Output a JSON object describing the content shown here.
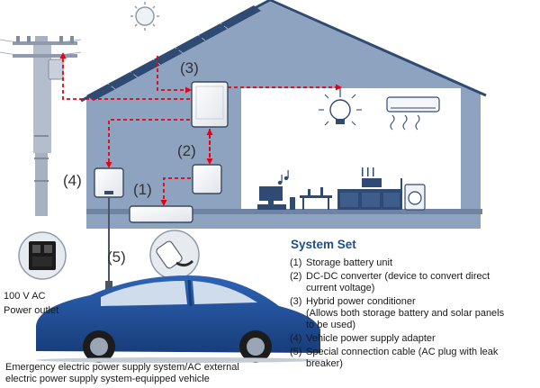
{
  "labels": {
    "unit1": "(1)",
    "unit2": "(2)",
    "unit3": "(3)",
    "unit4": "(4)",
    "unit5": "(5)"
  },
  "outlet": {
    "line1": "100 V AC",
    "line2": "Power outlet"
  },
  "system_set": {
    "title": "System Set",
    "items": [
      {
        "num": "(1)",
        "lines": [
          "Storage battery unit"
        ]
      },
      {
        "num": "(2)",
        "lines": [
          "DC-DC converter (device to convert direct",
          "current voltage)"
        ]
      },
      {
        "num": "(3)",
        "lines": [
          "Hybrid power conditioner",
          "(Allows both storage battery and solar panels",
          "to be used)"
        ]
      },
      {
        "num": "(4)",
        "lines": [
          "Vehicle power supply adapter"
        ]
      },
      {
        "num": "(5)",
        "lines": [
          "Special connection cable (AC plug with leak",
          "breaker)"
        ]
      }
    ]
  },
  "caption": {
    "line1": "Emergency electric power supply system/AC external",
    "line2": "electric power supply system-equipped vehicle"
  },
  "colors": {
    "house_wall": "#8ea3bf",
    "house_interior": "#ffffff",
    "roof_line": "#2f4a73",
    "car_body": "#1f4d96",
    "dash_arrow": "#e60012",
    "pole": "#9aa6b6",
    "unit_face": "#ffffff",
    "unit_edge": "#3a4a5e",
    "title_blue": "#1d4f8a"
  },
  "icons": [
    "sun-icon",
    "light-bulb-icon",
    "air-conditioner-icon",
    "utility-pole-icon",
    "power-outlet-icon",
    "cable-plug-icon",
    "solar-panel-icon",
    "tv-icon",
    "music-note-icon"
  ]
}
